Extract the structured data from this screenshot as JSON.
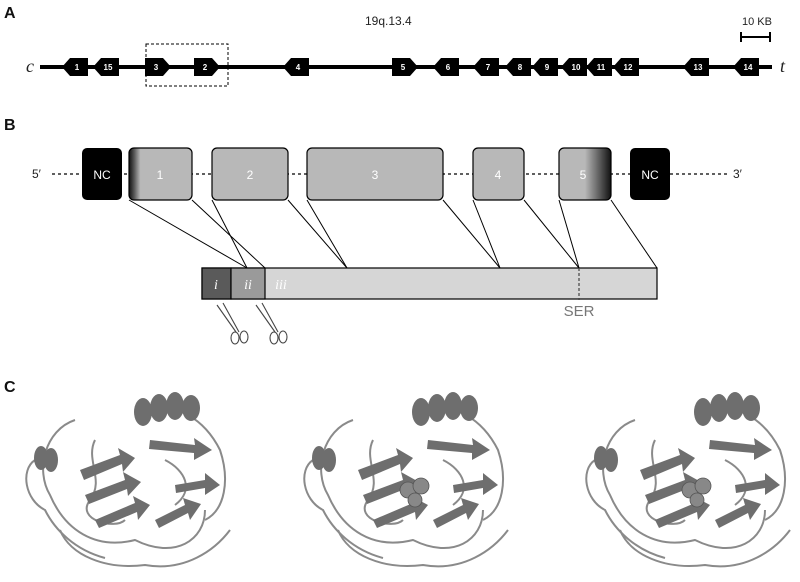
{
  "panels": {
    "a": "A",
    "b": "B",
    "c": "C"
  },
  "locus": "19q.13.4",
  "scale_bar": "10 KB",
  "chromosome_ends": {
    "left": "c",
    "right": "t"
  },
  "genes": [
    {
      "label": "1",
      "direction": "left"
    },
    {
      "label": "15",
      "direction": "left"
    },
    {
      "label": "3",
      "direction": "right"
    },
    {
      "label": "2",
      "direction": "right"
    },
    {
      "label": "4",
      "direction": "left"
    },
    {
      "label": "5",
      "direction": "right"
    },
    {
      "label": "6",
      "direction": "left"
    },
    {
      "label": "7",
      "direction": "left"
    },
    {
      "label": "8",
      "direction": "left"
    },
    {
      "label": "9",
      "direction": "left"
    },
    {
      "label": "10",
      "direction": "left"
    },
    {
      "label": "11",
      "direction": "left"
    },
    {
      "label": "12",
      "direction": "left"
    },
    {
      "label": "13",
      "direction": "left"
    },
    {
      "label": "14",
      "direction": "left"
    }
  ],
  "gene_structure": {
    "five_prime": "5′",
    "three_prime": "3′",
    "noncoding_left": "NC",
    "noncoding_right": "NC",
    "exons": [
      "1",
      "2",
      "3",
      "4",
      "5"
    ]
  },
  "protein": {
    "domains": [
      "i",
      "ii",
      "iii"
    ],
    "active_site": "SER"
  },
  "structures": [
    {
      "name": "structure-left",
      "ligand": false
    },
    {
      "name": "structure-middle",
      "ligand": true
    },
    {
      "name": "structure-right",
      "ligand": true
    }
  ],
  "colors": {
    "ink": "#000000",
    "exon_fill": "#b8b8b8",
    "protein_fill": "#d6d6d6",
    "domain_i": "#5a5a5a",
    "domain_ii": "#9a9a9a",
    "ribbon": "#6e6e6e"
  }
}
